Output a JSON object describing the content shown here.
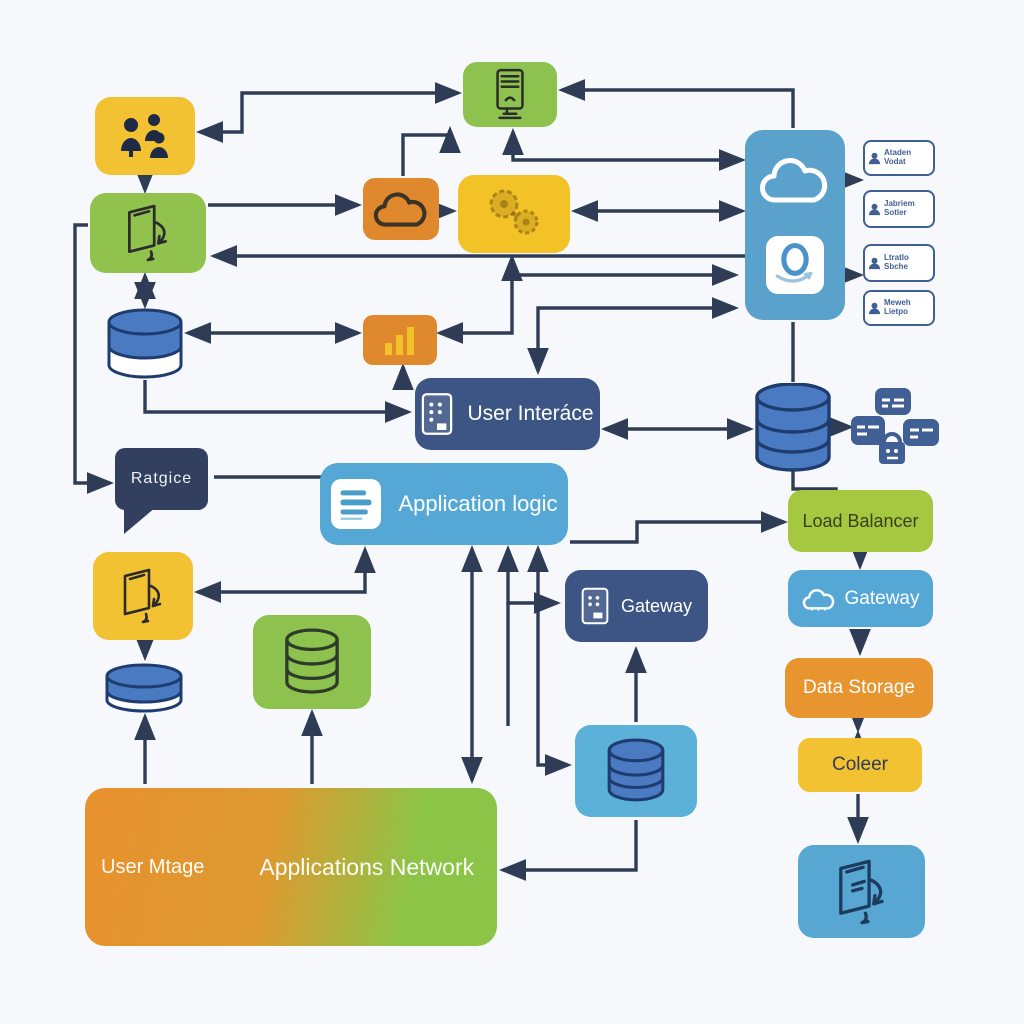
{
  "diagram": {
    "type": "architecture-flowchart",
    "background": "#f7f8fb",
    "arrow_color": "#2e3c55"
  },
  "nodes": {
    "users": {
      "icon": "users-group-icon",
      "color": "#f2c233"
    },
    "workflow_top": {
      "icon": "workflow-sketch-icon",
      "color": "#90c24d"
    },
    "database_top": {
      "icon": "database-cylinder-icon",
      "color": "#4a7ac2"
    },
    "server": {
      "icon": "server-icon",
      "color": "#8ec24f"
    },
    "cloud": {
      "icon": "cloud-icon",
      "color": "#e0882e"
    },
    "gears": {
      "icon": "gears-icon",
      "color": "#f2c227"
    },
    "bar_chart": {
      "icon": "bar-chart-icon",
      "color": "#e0882e"
    },
    "cloud_platform": {
      "icon": "cloud-icon / amazon-logo-icon",
      "color": "#5aa2cb"
    },
    "user_interface": {
      "label": "User Interáce",
      "color": "#3c5584",
      "icon": "tablet-icon"
    },
    "message_bubble": {
      "label": "Ratgice",
      "color": "#333f5e"
    },
    "application_logic": {
      "label": "Application logic",
      "color": "#55a8d6",
      "icon": "list-lines-icon"
    },
    "load_balancer": {
      "label": "Load Balancer",
      "color": "#a6c840"
    },
    "gateway_center": {
      "label": "Gateway",
      "color": "#3c5584",
      "icon": "tablet-icon"
    },
    "gateway_right": {
      "label": "Gateway",
      "color": "#55a8d6",
      "icon": "cloud-icon"
    },
    "workflow_left": {
      "icon": "workflow-sketch-icon",
      "color": "#f2c233"
    },
    "database_left": {
      "icon": "database-cylinder-icon",
      "color": "#4a7ac2"
    },
    "database_green": {
      "icon": "database-outline-icon",
      "color": "#8ec24f"
    },
    "database_center": {
      "icon": "database-cylinder-icon",
      "color": "#5cb1d9"
    },
    "data_storage": {
      "label": "Data Storage",
      "color": "#e8952f"
    },
    "coleer": {
      "label": "Coleer",
      "color": "#f2c233"
    },
    "big_cylinder": {
      "icon": "database-stack-icon",
      "color": "#4a7ac2"
    },
    "secure_cluster": {
      "icon": "credentials-lock-cluster-icon",
      "color": "#3f5f95"
    },
    "apps_network": {
      "label_left": "User Mtage",
      "label_right": "Applications Network",
      "color_left": "#e8912e",
      "color_right": "#8cc447"
    },
    "document_flow": {
      "icon": "workflow-sketch-icon",
      "color": "#58a7d2"
    }
  },
  "badges": [
    {
      "icon": "person-icon",
      "line1": "Ataden",
      "line2": "Vodat"
    },
    {
      "icon": "person-icon",
      "line1": "Jabriem",
      "line2": "Sotler"
    },
    {
      "icon": "person-icon",
      "line1": "Ltratlo",
      "line2": "Sbche"
    },
    {
      "icon": "person-icon",
      "line1": "Meweh",
      "line2": "Lietpo"
    }
  ]
}
